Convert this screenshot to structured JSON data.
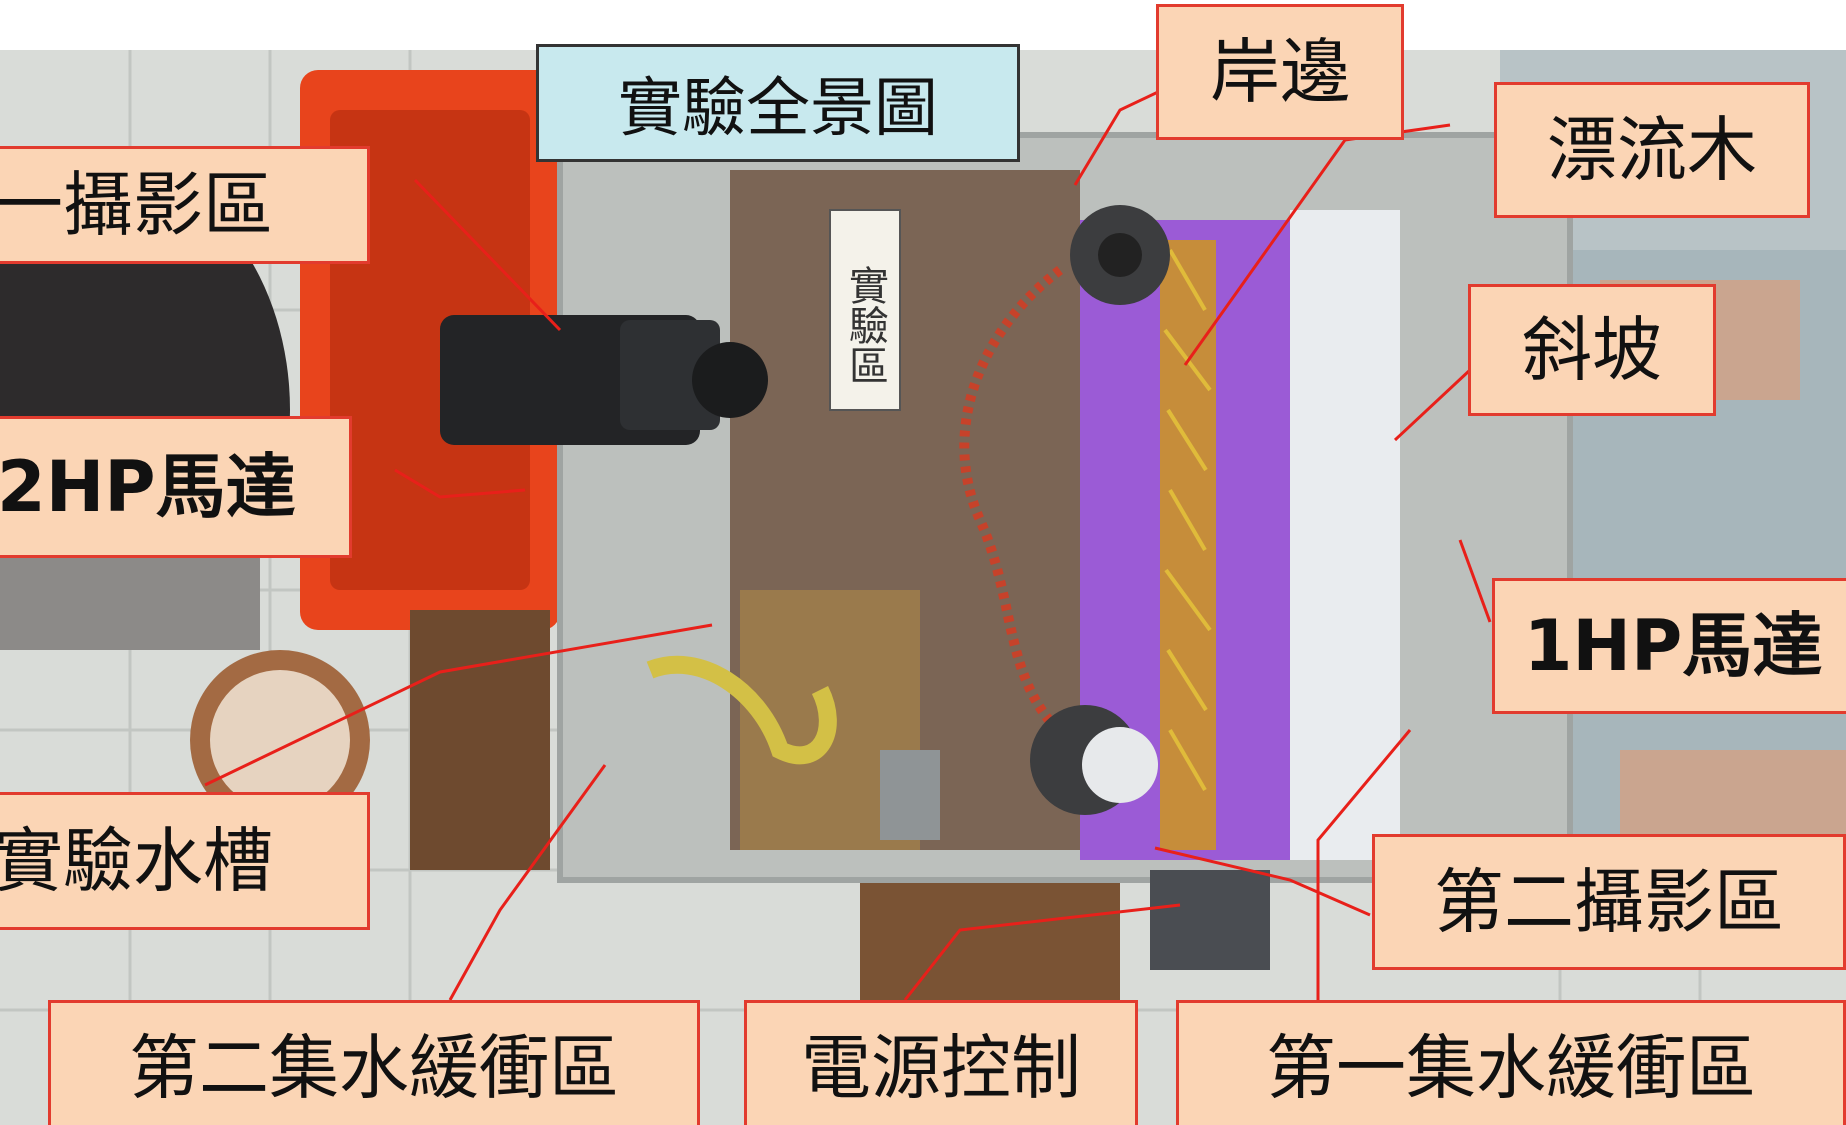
{
  "title": "實驗全景圖",
  "labels": {
    "shore": "岸邊",
    "driftwood": "漂流木",
    "camera_zone_1": "一攝影區",
    "slope": "斜坡",
    "motor_2hp": "2HP馬達",
    "motor_1hp": "1HP馬達",
    "tank": "實驗水槽",
    "camera_zone_2": "第二攝影區",
    "buffer_2": "第二集水緩衝區",
    "power_control": "電源控制",
    "buffer_1": "第一集水緩衝區"
  },
  "photo_sign": "實驗區",
  "colors": {
    "label_fill": "#fbd5b5",
    "label_border": "#e23b2e",
    "title_fill": "#c8e9ee",
    "leader_line": "#e8201a",
    "tank_purple": "#9b5bd6",
    "bin_orange": "#e8441c"
  }
}
